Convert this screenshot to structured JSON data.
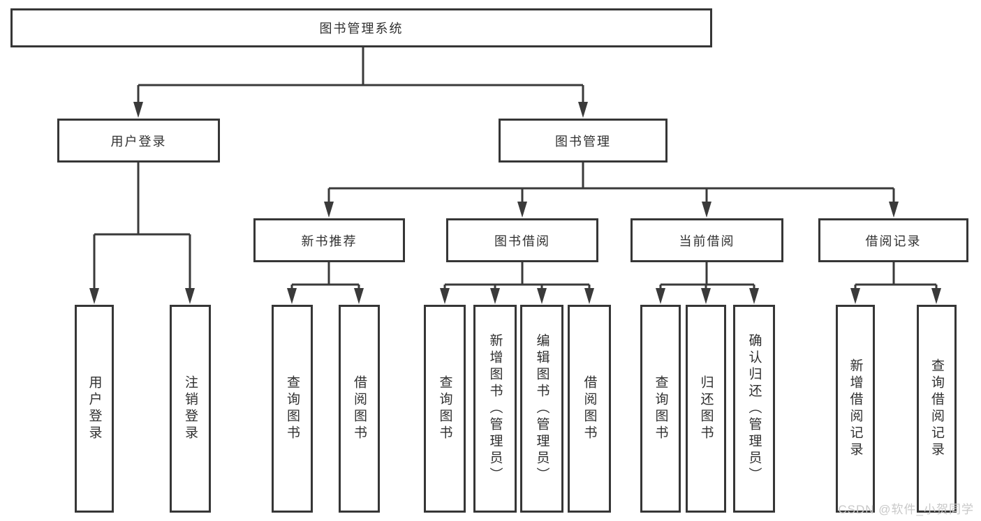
{
  "nodes": {
    "root": {
      "label": "图书管理系统"
    },
    "level2": [
      {
        "label": "用户登录"
      },
      {
        "label": "图书管理"
      }
    ],
    "level3": [
      {
        "label": "新书推荐"
      },
      {
        "label": "图书借阅"
      },
      {
        "label": "当前借阅"
      },
      {
        "label": "借阅记录"
      }
    ],
    "leaves": {
      "user_login": [
        "用户登录",
        "注销登录"
      ],
      "new_book": [
        "查询图书",
        "借阅图书"
      ],
      "book_borrow": [
        "查询图书",
        "新增图书（管理员）",
        "编辑图书（管理员）",
        "借阅图书"
      ],
      "current_borrow": [
        "查询图书",
        "归还图书",
        "确认归还（管理员）"
      ],
      "borrow_records": [
        "新增借阅记录",
        "查询借阅记录"
      ]
    }
  },
  "watermark": "CSDN @软件_小贺同学",
  "colors": {
    "line": "#3a3a3a",
    "box_border": "#363636",
    "text": "#303030",
    "watermark_text": "#c8c8c8",
    "background": "#ffffff"
  }
}
